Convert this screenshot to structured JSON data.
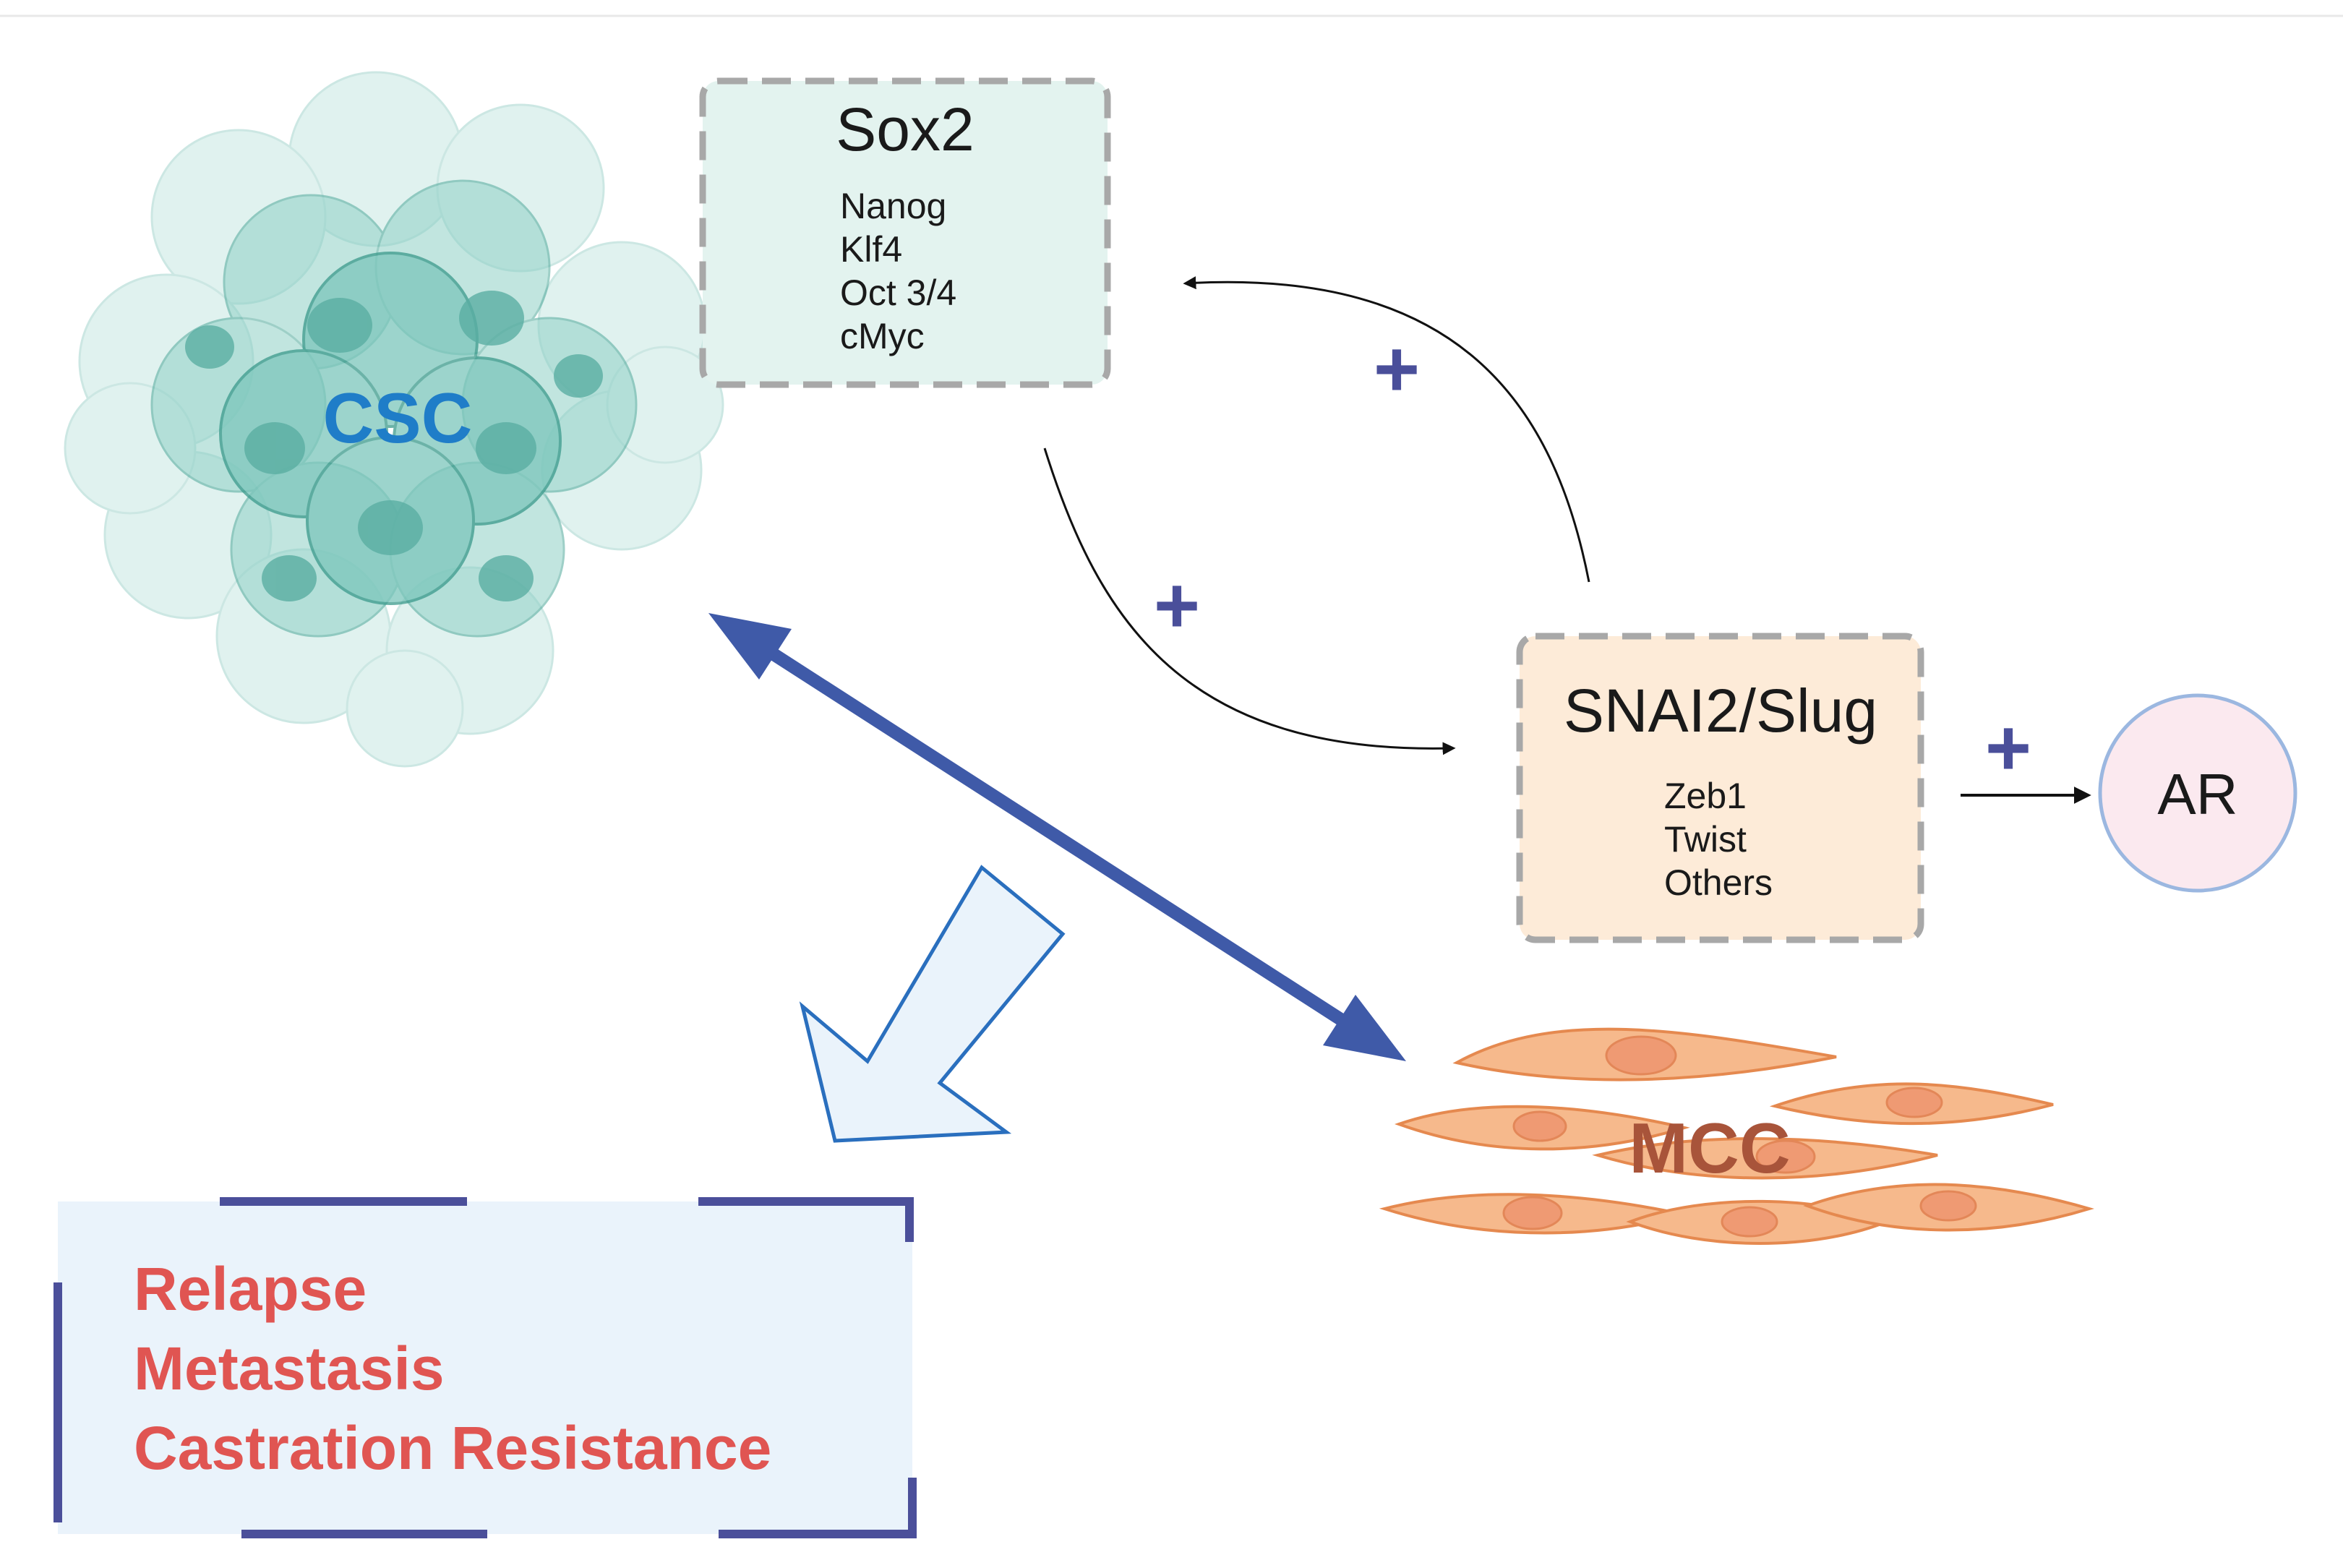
{
  "sox2_box": {
    "title": "Sox2",
    "items": [
      "Nanog",
      "Klf4",
      "Oct 3/4",
      "cMyc"
    ]
  },
  "slug_box": {
    "title": "SNAI2/Slug",
    "items": [
      "Zeb1",
      "Twist",
      "Others"
    ]
  },
  "csc_label": "CSC",
  "mcc_label": "MCC",
  "ar_label": "AR",
  "plus_sign": "+",
  "outcomes": [
    "Relapse",
    "Metastasis",
    "Castration Resistance"
  ],
  "colors": {
    "sox2_fill": "#e3f3ef",
    "slug_fill": "#fdebd8",
    "ar_fill": "#fbe9ef",
    "outcome_fill": "#eaf3fb",
    "outcome_text": "#e05552",
    "bracket": "#4b4f9a",
    "double_arrow": "#3f5aa8",
    "plus": "#4a4f9a",
    "csc_text": "#1f7dc8",
    "mcc_text": "#a8543a",
    "csc_cells": "#7cc6bb",
    "mcc_cells": "#f6b98c"
  },
  "icons": {
    "csc_cluster": "stem-cell-cluster-icon",
    "mcc_cells": "mesenchymal-cells-icon",
    "outcome_arrow": "hollow-down-left-arrow-icon"
  }
}
